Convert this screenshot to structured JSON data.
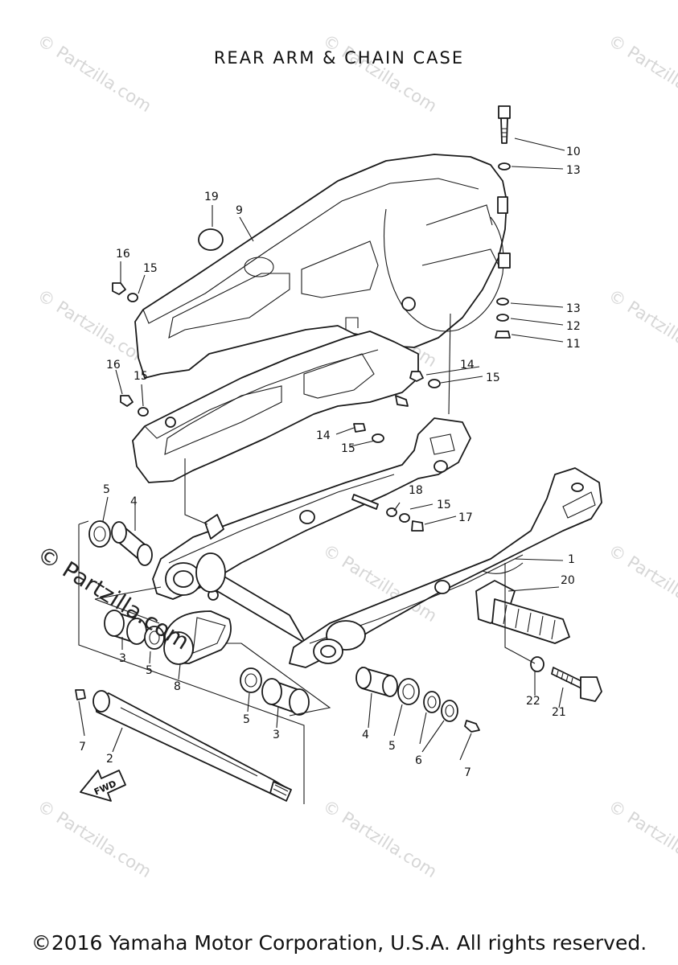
{
  "title": "REAR ARM & CHAIN CASE",
  "copyright": "©2016 Yamaha Motor Corporation, U.S.A. All rights reserved.",
  "watermark": {
    "faint_text": "© Partzilla.com",
    "bold_text": "© Partzilla.com"
  },
  "labels": {
    "l1": "1",
    "l2": "2",
    "l3a": "3",
    "l3b": "3",
    "l4a": "4",
    "l4b": "4",
    "l5a": "5",
    "l5b": "5",
    "l5c": "5",
    "l5d": "5",
    "l6": "6",
    "l7a": "7",
    "l7b": "7",
    "l8": "8",
    "l9": "9",
    "l10": "10",
    "l11": "11",
    "l12": "12",
    "l13a": "13",
    "l13b": "13",
    "l14a": "14",
    "l14b": "14",
    "l15a": "15",
    "l15b": "15",
    "l15c": "15",
    "l15d": "15",
    "l15e": "15",
    "l16a": "16",
    "l16b": "16",
    "l17": "17",
    "l18": "18",
    "l19": "19",
    "l20": "20",
    "l21": "21",
    "l22": "22"
  },
  "fwd_label": "FWD"
}
